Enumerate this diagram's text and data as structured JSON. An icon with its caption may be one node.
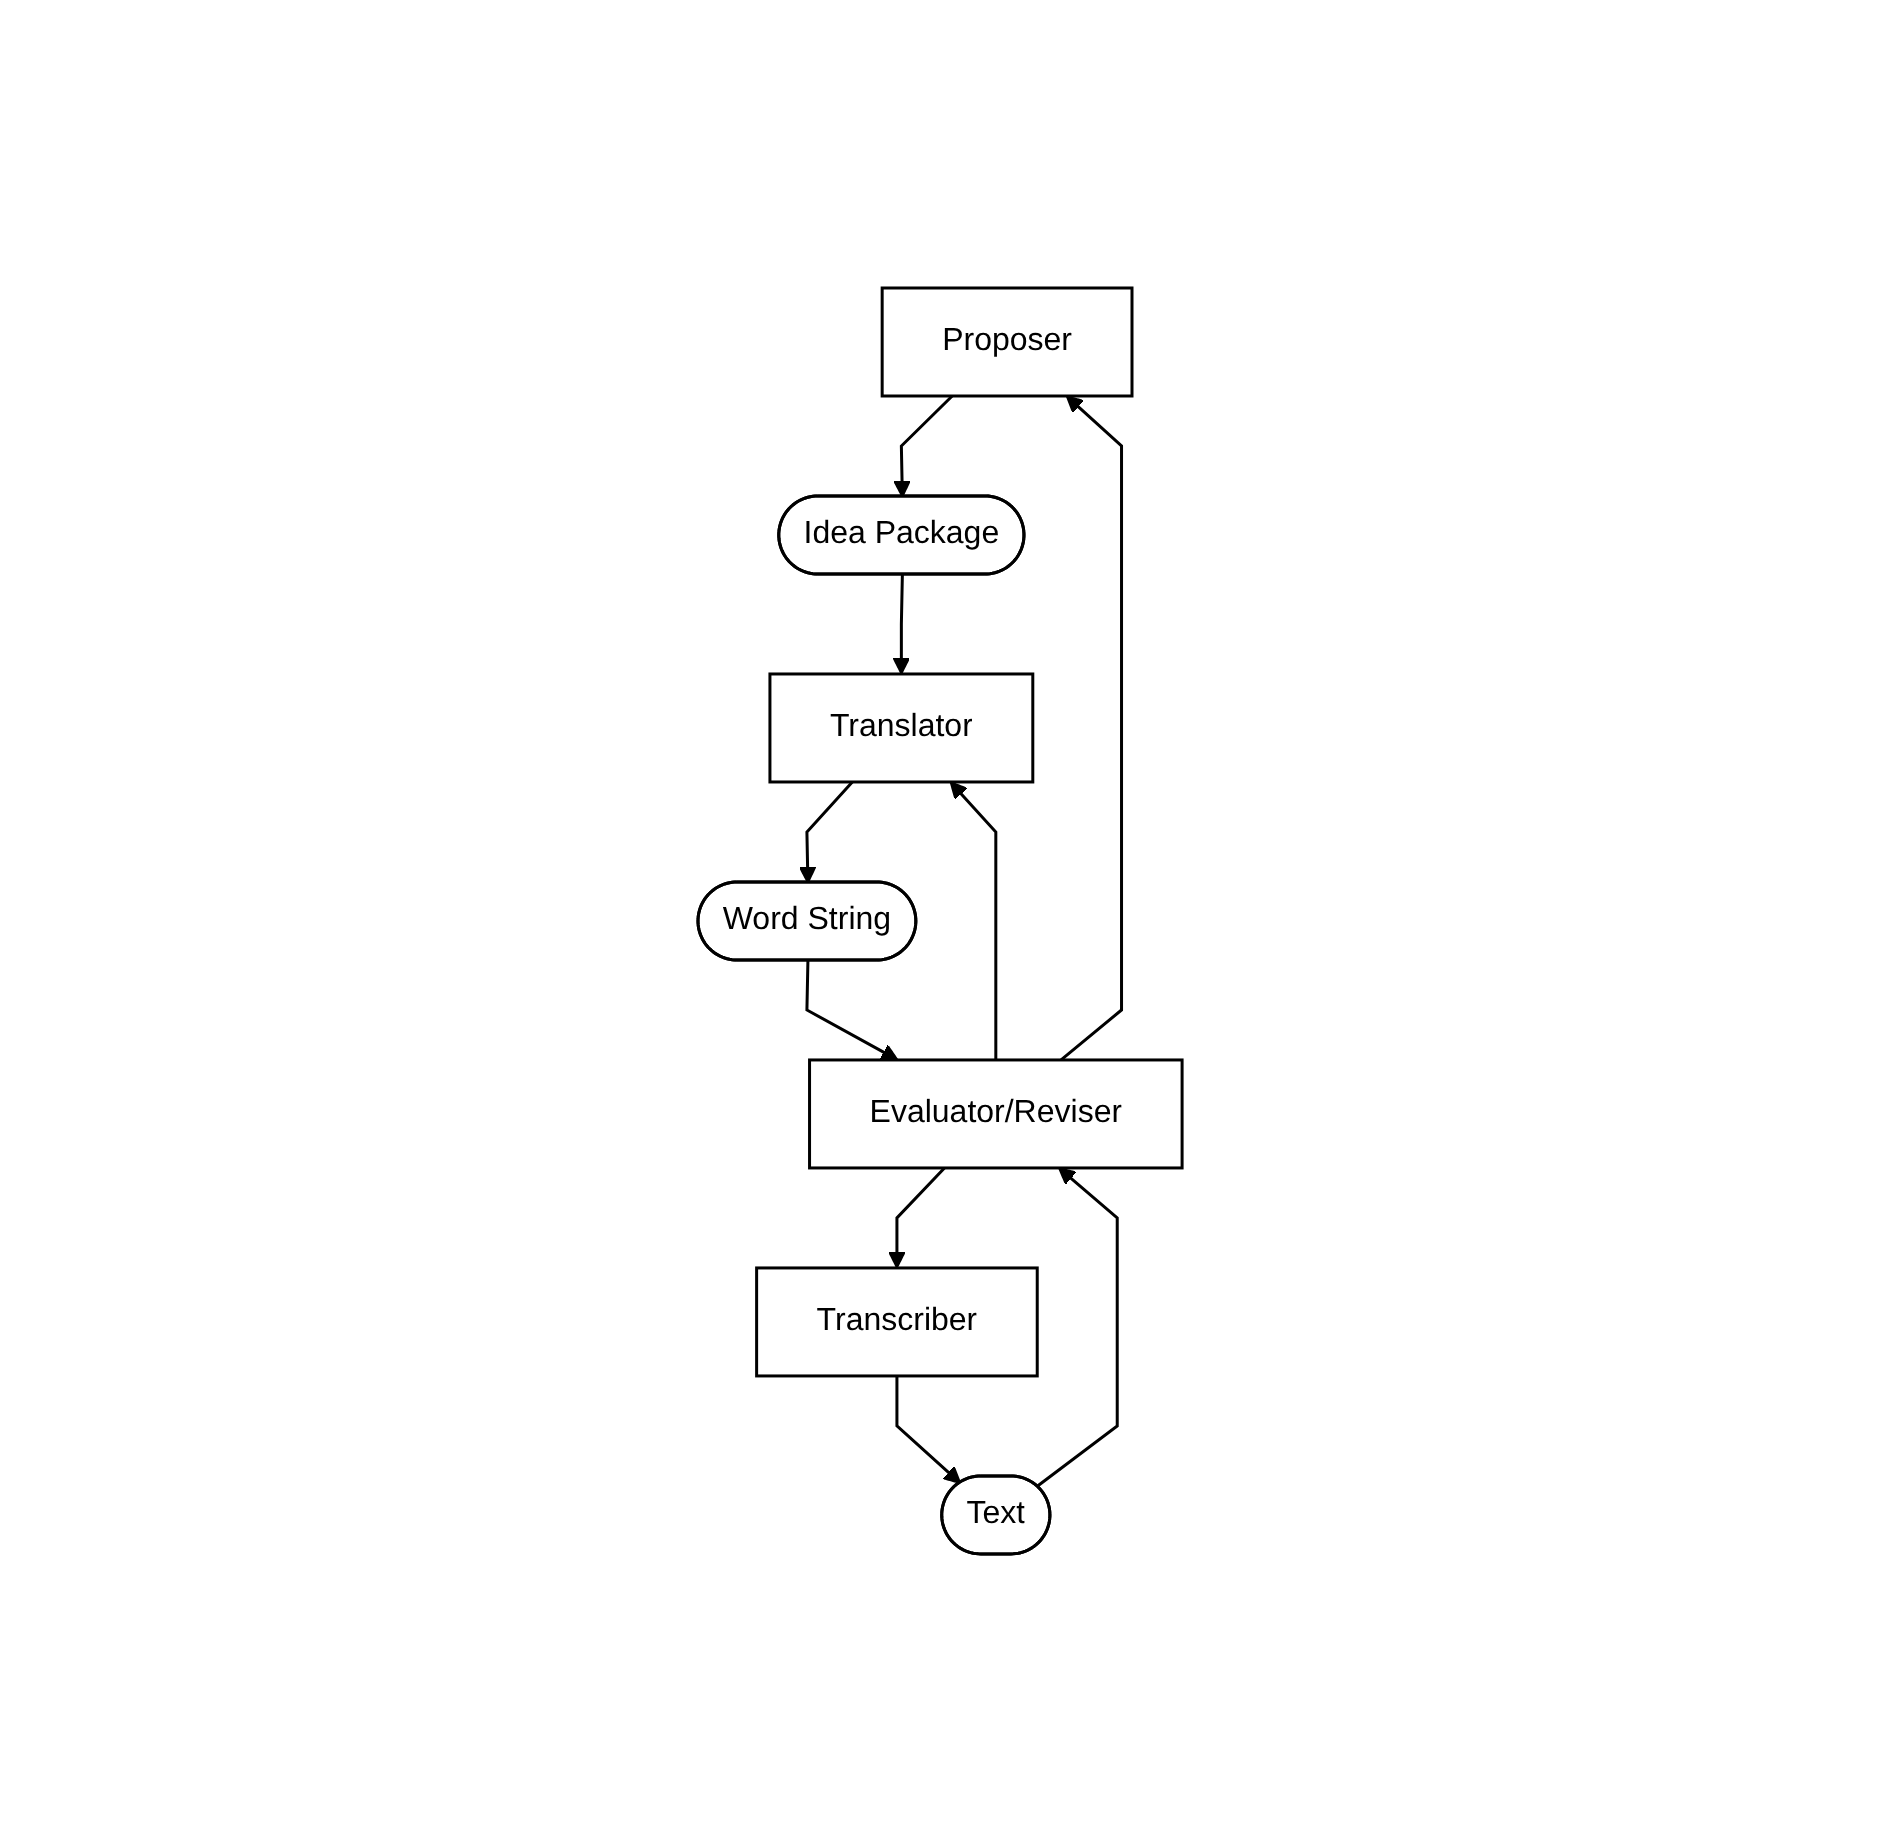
{
  "diagram": {
    "nodes": [
      {
        "text": [
          "Proposer"
        ]
      },
      {
        "text": [
          "Idea Package"
        ]
      },
      {
        "text": [
          "Translator"
        ]
      },
      {
        "text": [
          "Word String"
        ]
      },
      {
        "text": [
          "Evaluator/Reviser"
        ]
      },
      {
        "text": [
          "Transcriber"
        ]
      },
      {
        "text": [
          "Text"
        ]
      }
    ],
    "edges": [
      {
        "from": 0,
        "to": 1,
        "arrow": "to"
      },
      {
        "from": 1,
        "to": 2,
        "arrow": "to"
      },
      {
        "from": 2,
        "to": 3,
        "arrow": "to"
      },
      {
        "from": 3,
        "to": 4,
        "arrow": "to"
      },
      {
        "from": 4,
        "to": 0,
        "arrow": "to"
      },
      {
        "from": 4,
        "to": 2,
        "arrow": "to"
      },
      {
        "from": 4,
        "to": 5,
        "arrow": "to"
      },
      {
        "from": 5,
        "to": 6,
        "arrow": "to"
      },
      {
        "from": 6,
        "to": 4,
        "arrow": "to"
      }
    ]
  }
}
